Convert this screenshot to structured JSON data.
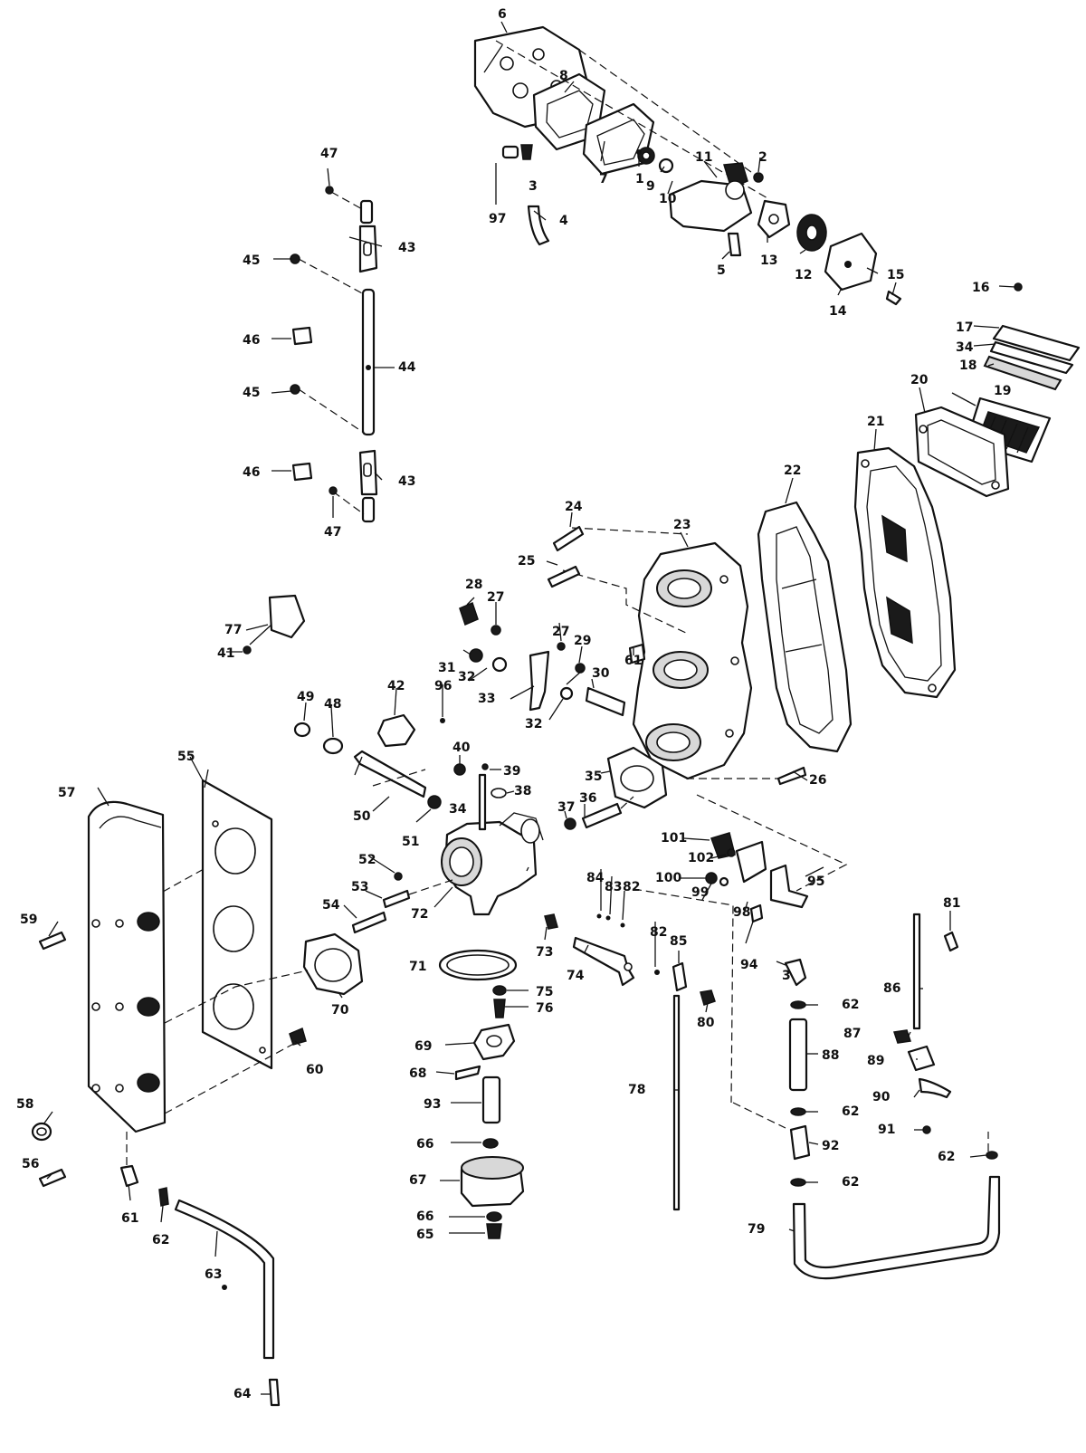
{
  "callouts": [
    "1",
    "2",
    "3",
    "4",
    "5",
    "6",
    "7",
    "8",
    "9",
    "10",
    "11",
    "12",
    "13",
    "14",
    "15",
    "16",
    "17",
    "18",
    "19",
    "20",
    "21",
    "22",
    "23",
    "24",
    "25",
    "26",
    "27",
    "28",
    "29",
    "30",
    "31",
    "32",
    "33",
    "34",
    "35",
    "36",
    "37",
    "38",
    "39",
    "40",
    "41",
    "42",
    "43",
    "44",
    "45",
    "46",
    "47",
    "48",
    "49",
    "50",
    "51",
    "52",
    "53",
    "54",
    "55",
    "56",
    "57",
    "58",
    "59",
    "60",
    "61",
    "62",
    "63",
    "64",
    "65",
    "66",
    "67",
    "68",
    "69",
    "70",
    "71",
    "72",
    "73",
    "74",
    "75",
    "76",
    "77",
    "78",
    "79",
    "80",
    "81",
    "82",
    "83",
    "84",
    "85",
    "86",
    "87",
    "88",
    "89",
    "90",
    "91",
    "92",
    "93",
    "94",
    "95",
    "96",
    "97",
    "98",
    "99",
    "100",
    "101",
    "102"
  ]
}
